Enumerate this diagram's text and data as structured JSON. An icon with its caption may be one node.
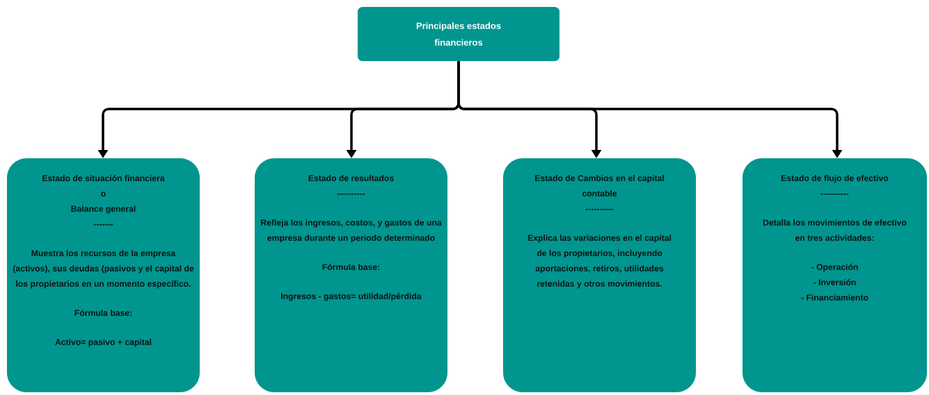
{
  "diagram": {
    "nodes": [
      {
        "text": [
          "Principales estados financieros"
        ]
      },
      {
        "text": [
          "Estado de situación financiera",
          "o",
          "Balance general",
          "-------",
          "Muestra los recursos de la empresa (activos), sus deudas (pasivos y el capital de los propietarios en un momento específico.",
          "Fórmula base:",
          "Activo= pasivo + capital"
        ]
      },
      {
        "text": [
          "Estado de resultados",
          "----------",
          "Refleja los ingresos, costos, y gastos de una empresa durante un periodo determinado",
          "Fórmula base:",
          "Ingresos -  gastos= utilidad/pérdida"
        ]
      },
      {
        "text": [
          "Estado de Cambios en el capital contable",
          "----------",
          "Explica las variaciones en el capital de los propietarios, incluyendo  aportaciones, retiros, utilidades retenidas y otros movimientos."
        ]
      },
      {
        "text": [
          "Estado de flujo de efectivo",
          "----------",
          "Detalla los movimientos de efectivo en tres actividades:",
          "- Operación",
          "- Inversión",
          "- Financiamiento"
        ]
      }
    ],
    "edges": [
      {
        "from": 0,
        "to": 1,
        "arrow": "to"
      },
      {
        "from": 0,
        "to": 2,
        "arrow": "to"
      },
      {
        "from": 0,
        "to": 3,
        "arrow": "to"
      },
      {
        "from": 0,
        "to": 4,
        "arrow": "to"
      }
    ]
  }
}
